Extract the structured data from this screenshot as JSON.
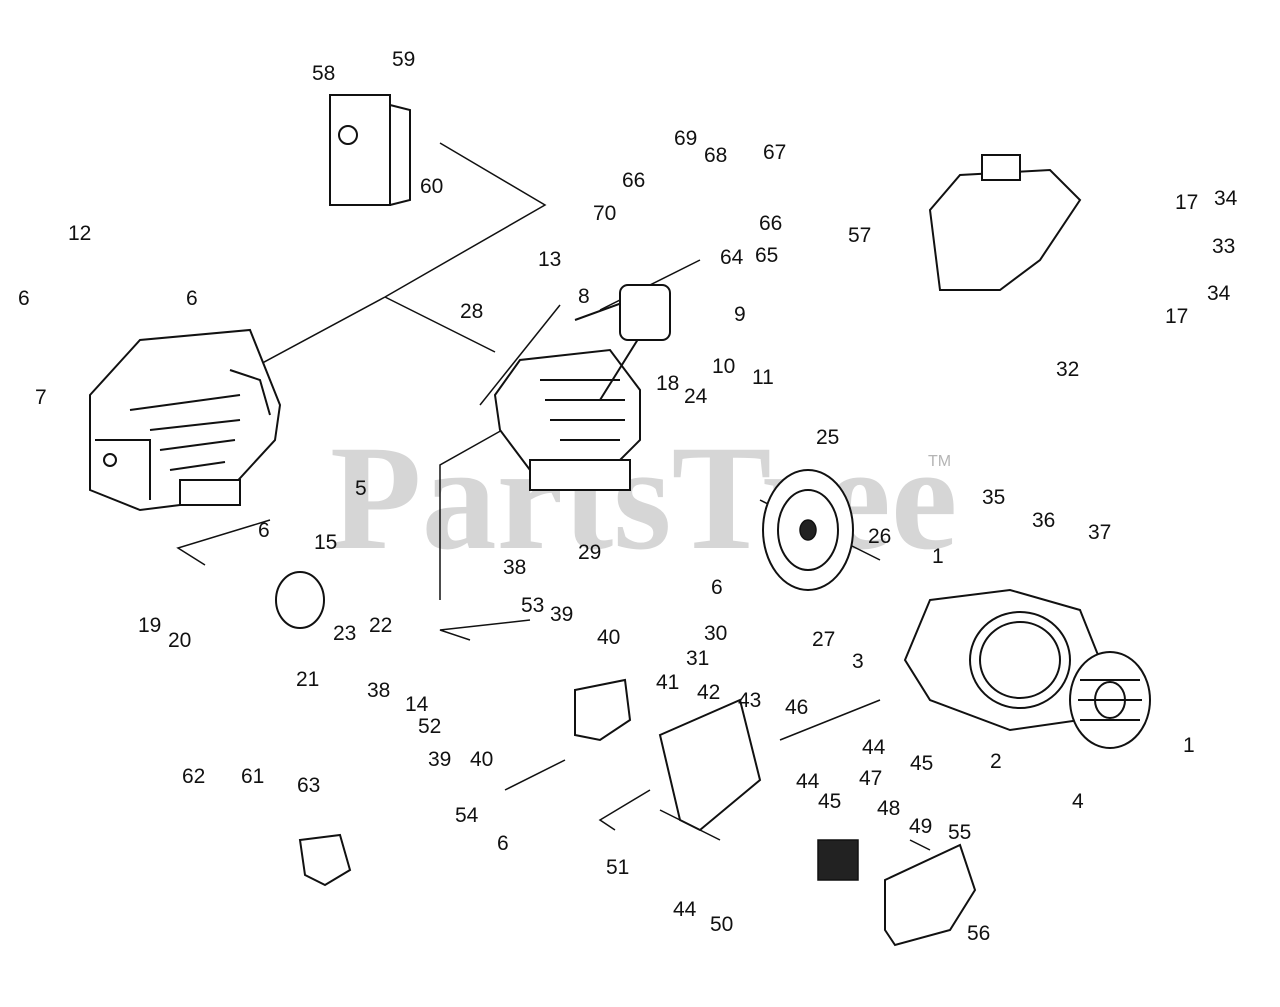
{
  "watermark": {
    "text": "PartsTree",
    "tm": "TM"
  },
  "labels": {
    "l1a": "1",
    "l1b": "1",
    "l2": "2",
    "l3": "3",
    "l4": "4",
    "l5": "5",
    "l6a": "6",
    "l6b": "6",
    "l6c": "6",
    "l6d": "6",
    "l6e": "6",
    "l7": "7",
    "l8": "8",
    "l9": "9",
    "l10": "10",
    "l11": "11",
    "l12": "12",
    "l13": "13",
    "l14": "14",
    "l15": "15",
    "l17a": "17",
    "l17b": "17",
    "l18": "18",
    "l19": "19",
    "l20": "20",
    "l21": "21",
    "l22": "22",
    "l23": "23",
    "l24": "24",
    "l25": "25",
    "l26": "26",
    "l27": "27",
    "l28": "28",
    "l29": "29",
    "l30": "30",
    "l31": "31",
    "l32": "32",
    "l33": "33",
    "l34a": "34",
    "l34b": "34",
    "l35": "35",
    "l36": "36",
    "l37": "37",
    "l38a": "38",
    "l38b": "38",
    "l39a": "39",
    "l39b": "39",
    "l40a": "40",
    "l40b": "40",
    "l41": "41",
    "l42": "42",
    "l43": "43",
    "l44a": "44",
    "l44b": "44",
    "l44c": "44",
    "l45a": "45",
    "l45b": "45",
    "l46": "46",
    "l47": "47",
    "l48": "48",
    "l49": "49",
    "l50": "50",
    "l51": "51",
    "l52": "52",
    "l53": "53",
    "l54": "54",
    "l55": "55",
    "l56": "56",
    "l57": "57",
    "l58": "58",
    "l59": "59",
    "l60": "60",
    "l61": "61",
    "l62": "62",
    "l63": "63",
    "l64": "64",
    "l65": "65",
    "l66a": "66",
    "l66b": "66",
    "l67": "67",
    "l68": "68",
    "l69": "69",
    "l70": "70"
  }
}
